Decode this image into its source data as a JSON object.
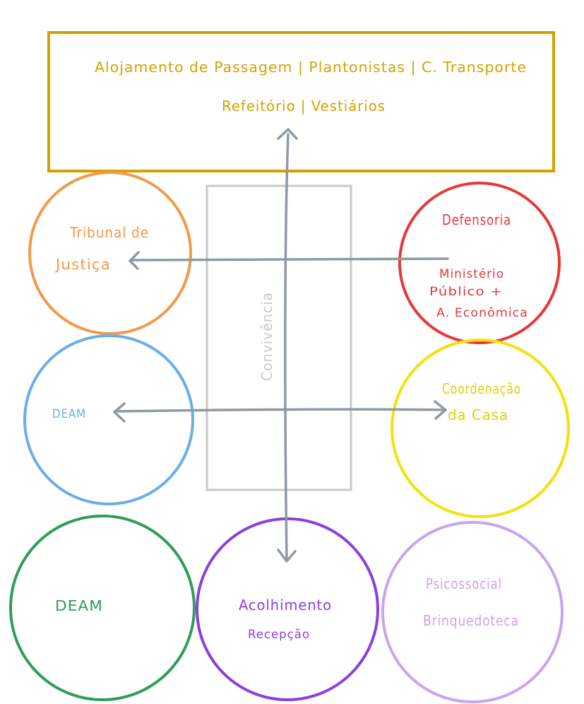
{
  "colors": {
    "top_box": "#d4a100",
    "middle_box": "#c8c8c8",
    "arrow": "#8e9aa3",
    "tribunal": "#f29a4a",
    "defensoria": "#e53935",
    "deam_blue": "#6aaee8",
    "coordenacao": "#f2e20a",
    "deam_green": "#2e9e57",
    "acolhimento": "#8a3fe0",
    "psicossocial": "#c9a4ee"
  },
  "top_box": {
    "line1": "Alojamento de  Passagem | Plantonistas | C. Transporte",
    "line2": "Refeitório | Vestiários"
  },
  "middle_box": {
    "label": "Convivência"
  },
  "circles": {
    "tribunal": {
      "line1": "Tribunal de",
      "line2": "Justiça"
    },
    "defensoria": {
      "line1": "Defensoria",
      "line2": "Ministério",
      "line3": "Público +",
      "line4": "A. Econômica"
    },
    "deam_blue": {
      "line1": "DEAM"
    },
    "coordenacao": {
      "line1": "Coordenação",
      "line2": "da Casa"
    },
    "deam_green": {
      "line1": "DEAM"
    },
    "acolhimento": {
      "line1": "Acolhimento",
      "line2": "Recepção"
    },
    "psicossocial": {
      "line1": "Psicossocial",
      "line2": "Brinquedoteca"
    }
  }
}
